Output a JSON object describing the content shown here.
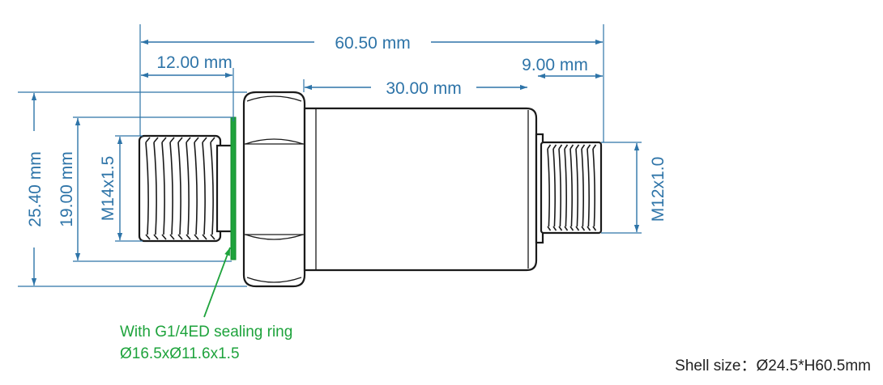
{
  "dimensions": {
    "overall_length": "60.50 mm",
    "thread_length_left": "12.00 mm",
    "body_length": "30.00 mm",
    "connector_length": "9.00 mm",
    "hex_width": "25.40 mm",
    "seal_diameter": "19.00 mm",
    "left_thread": "M14x1.5",
    "right_thread": "M12x1.0"
  },
  "note": {
    "line1": "With G1/4ED sealing ring",
    "line2": "Ø16.5xØ11.6x1.5"
  },
  "shell_size": "Shell size：Ø24.5*H60.5mm",
  "colors": {
    "dimension": "#2e74a8",
    "note": "#1ea33c",
    "outline": "#1a1a1a"
  }
}
